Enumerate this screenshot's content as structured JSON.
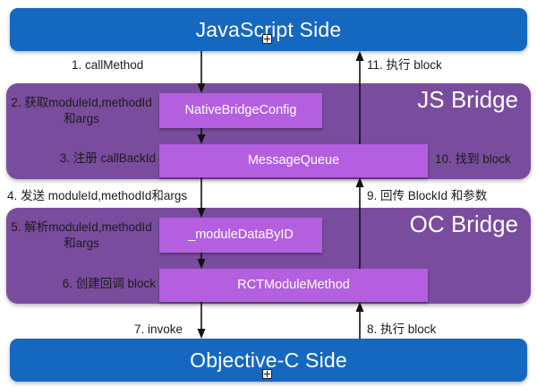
{
  "diagram": {
    "title": "React Native JavaScript / Objective-C Bridge call flow",
    "colors": {
      "endbar_blue": "#1568c0",
      "panel_purple": "#7a4c9e",
      "component_purple": "#b35fe0",
      "arrow_black": "#111111",
      "label_text": "#1b1b1b",
      "white_text": "#ffffff",
      "background": "#ffffff"
    },
    "endbars": [
      {
        "id": "js-side",
        "label": "JavaScript Side"
      },
      {
        "id": "oc-side",
        "label": "Objective-C Side"
      }
    ],
    "panels": [
      {
        "id": "js-bridge",
        "title": "JS Bridge",
        "components": [
          {
            "id": "native-bridge-config",
            "label": "NativeBridgeConfig"
          },
          {
            "id": "message-queue",
            "label": "MessageQueue"
          }
        ]
      },
      {
        "id": "oc-bridge",
        "title": "OC Bridge",
        "components": [
          {
            "id": "module-data-by-id",
            "label": "_moduleDataByID"
          },
          {
            "id": "rct-module-method",
            "label": "RCTModuleMethod"
          }
        ]
      }
    ],
    "steps": [
      {
        "number": "1",
        "label": "1. callMethod"
      },
      {
        "number": "2",
        "label": "2. 获取moduleId,methodId\n和args"
      },
      {
        "number": "3",
        "label": "3. 注册 callBackId"
      },
      {
        "number": "4",
        "label": "4. 发送 moduleId,methodId和args"
      },
      {
        "number": "5",
        "label": "5. 解析moduleId,methodId\n和args"
      },
      {
        "number": "6",
        "label": "6. 创建回调 block"
      },
      {
        "number": "7",
        "label": "7. invoke"
      },
      {
        "number": "8",
        "label": "8. 执行 block"
      },
      {
        "number": "9",
        "label": "9. 回传 BlockId 和参数"
      },
      {
        "number": "10",
        "label": "10. 找到 block"
      },
      {
        "number": "11",
        "label": "11. 执行 block"
      }
    ]
  }
}
